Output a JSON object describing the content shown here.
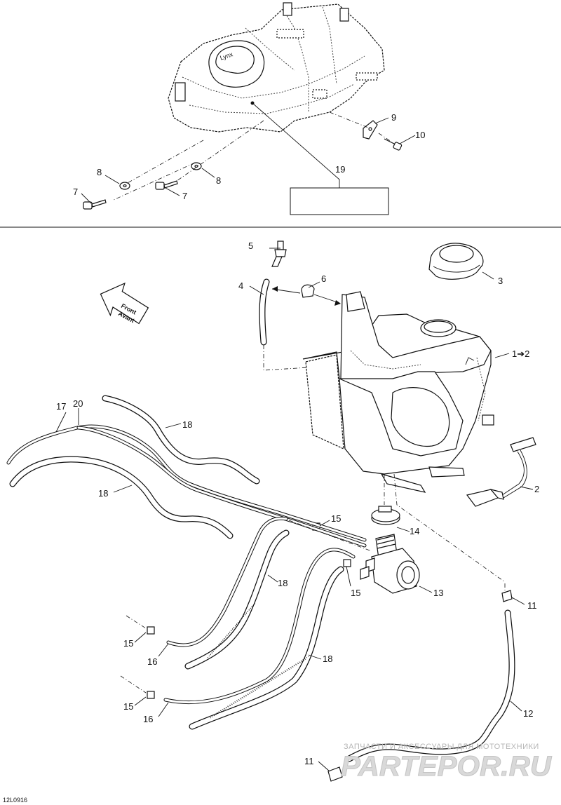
{
  "figure_id": "12L0916",
  "callouts": [
    {
      "id": "c9",
      "text": "9"
    },
    {
      "id": "c10",
      "text": "10"
    },
    {
      "id": "c19",
      "text": "19"
    },
    {
      "id": "c8a",
      "text": "8"
    },
    {
      "id": "c8b",
      "text": "8"
    },
    {
      "id": "c7a",
      "text": "7"
    },
    {
      "id": "c7b",
      "text": "7"
    },
    {
      "id": "c5",
      "text": "5"
    },
    {
      "id": "c4",
      "text": "4"
    },
    {
      "id": "c6",
      "text": "6"
    },
    {
      "id": "c3",
      "text": "3"
    },
    {
      "id": "c1",
      "text": "1➔2"
    },
    {
      "id": "c2",
      "text": "2"
    },
    {
      "id": "c17",
      "text": "17"
    },
    {
      "id": "c20",
      "text": "20"
    },
    {
      "id": "c18a",
      "text": "18"
    },
    {
      "id": "c18b",
      "text": "18"
    },
    {
      "id": "c18c",
      "text": "18"
    },
    {
      "id": "c18d",
      "text": "18"
    },
    {
      "id": "c15a",
      "text": "15"
    },
    {
      "id": "c15b",
      "text": "15"
    },
    {
      "id": "c15c",
      "text": "15"
    },
    {
      "id": "c15d",
      "text": "15"
    },
    {
      "id": "c14",
      "text": "14"
    },
    {
      "id": "c13",
      "text": "13"
    },
    {
      "id": "c11a",
      "text": "11"
    },
    {
      "id": "c11b",
      "text": "11"
    },
    {
      "id": "c12",
      "text": "12"
    },
    {
      "id": "c16a",
      "text": "16"
    },
    {
      "id": "c16b",
      "text": "16"
    }
  ],
  "front_arrow": {
    "line1": "Front",
    "line2": "Avant"
  },
  "tank_badge": "Lynx",
  "watermark": {
    "line": "ЗАПЧАСТИ И АКСЕССУАРЫ ДЛЯ МОТОТЕХНИКИ",
    "logo": "PARTEPOR.RU"
  }
}
